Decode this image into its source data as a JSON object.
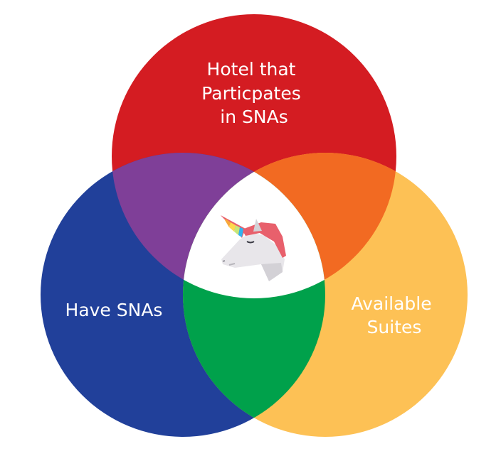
{
  "sets": [
    {
      "id": "red",
      "label_lines": [
        "Hotel that",
        "Particpates",
        "in SNAs"
      ],
      "color": "#d41c22"
    },
    {
      "id": "blue",
      "label_lines": [
        "Have SNAs"
      ],
      "color": "#21409a"
    },
    {
      "id": "yellow",
      "label_lines": [
        "Available",
        "Suites"
      ],
      "color": "#fdc155"
    }
  ],
  "intersections": {
    "red_blue": "#7f3f98",
    "red_yellow": "#f26a22",
    "blue_yellow": "#00a14b",
    "all": "#ffffff"
  },
  "center_icon": "unicorn-icon"
}
